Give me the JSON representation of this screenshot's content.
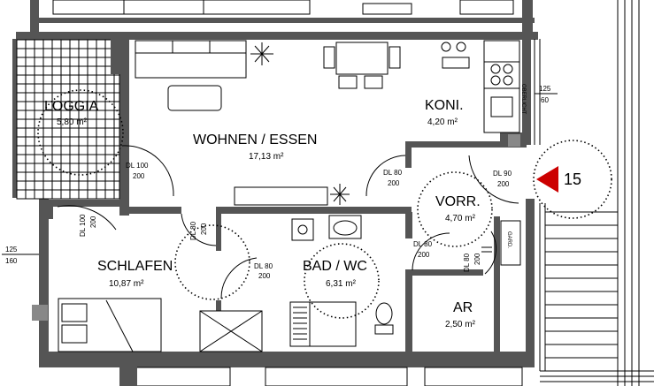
{
  "rooms": {
    "loggia": {
      "name": "LOGGIA",
      "area": "5,80 m²"
    },
    "wohnen": {
      "name": "WOHNEN / ESSEN",
      "area": "17,13 m²"
    },
    "koni": {
      "name": "KONI.",
      "area": "4,20 m²"
    },
    "vorr": {
      "name": "VORR.",
      "area": "4,70 m²"
    },
    "schlafen": {
      "name": "SCHLAFEN",
      "area": "10,87 m²"
    },
    "bad": {
      "name": "BAD / WC",
      "area": "6,31 m²"
    },
    "ar": {
      "name": "AR",
      "area": "2,50 m²"
    }
  },
  "doors": {
    "d1": {
      "top": "DL 100",
      "bottom": "200"
    },
    "d2": {
      "top": "DL 100",
      "bottom": "200"
    },
    "d3": {
      "top": "DL 80",
      "bottom": "200"
    },
    "d4": {
      "top": "DL 80",
      "bottom": "200"
    },
    "d5": {
      "top": "DL 80",
      "bottom": "200"
    },
    "d6": {
      "top": "DL 90",
      "bottom": "200"
    },
    "d7": {
      "top": "DL 80",
      "bottom": "200"
    },
    "d8": {
      "top": "DL 80",
      "bottom": "200"
    }
  },
  "dimensions": {
    "window_right": {
      "top": "125",
      "bottom": "60"
    },
    "window_left": {
      "top": "125",
      "bottom": "160"
    }
  },
  "labels": {
    "oberlicht": "OBERLICHT",
    "gard": "GARD."
  },
  "entrance_marker": {
    "number": "15",
    "color": "#cc0000"
  }
}
